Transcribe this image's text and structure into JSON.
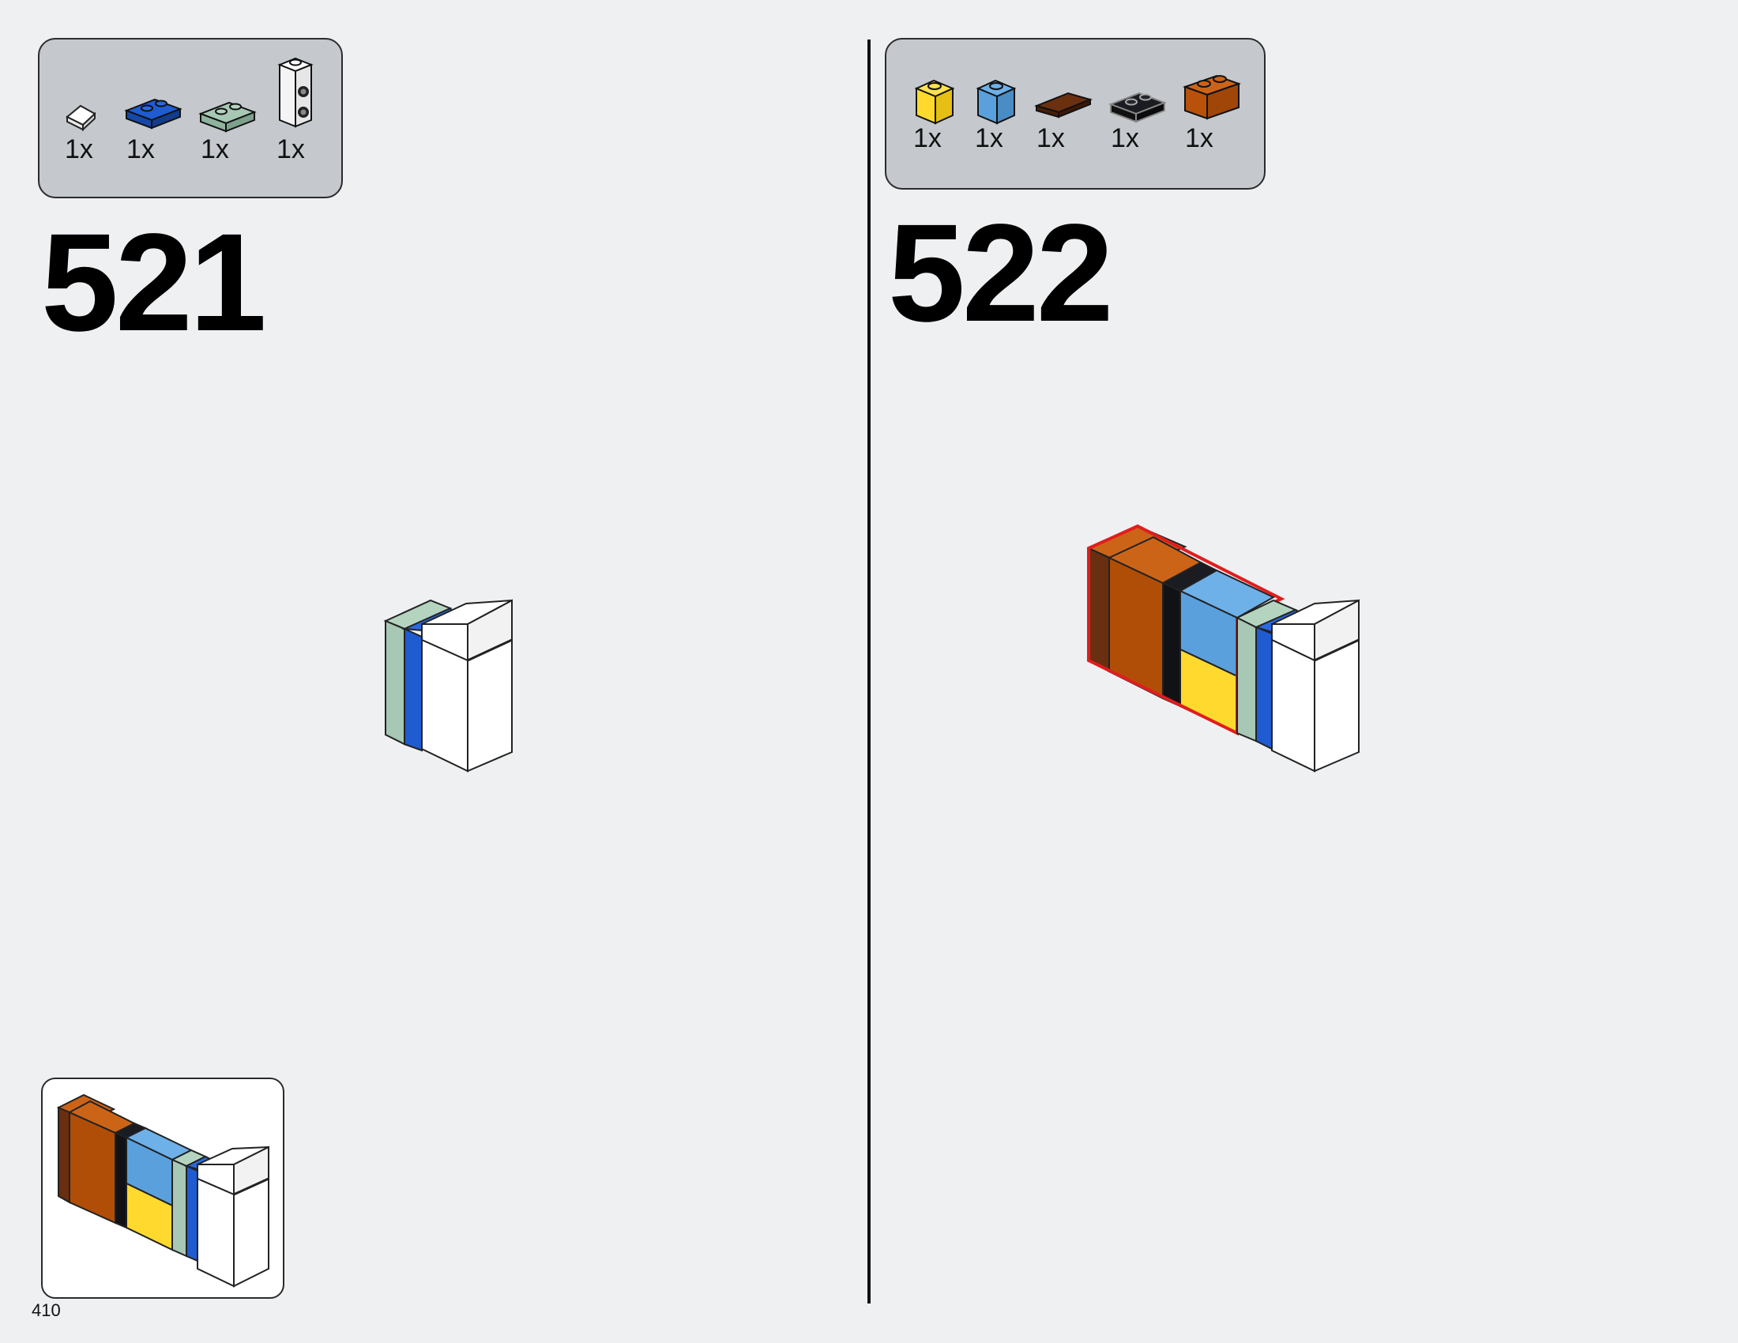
{
  "steps": [
    {
      "number": "521",
      "parts": [
        {
          "icon": "white-slope-tile-icon",
          "qty": "1x",
          "color": "#ffffff"
        },
        {
          "icon": "blue-plate-1x2-icon",
          "qty": "1x",
          "color": "#1f5bd1"
        },
        {
          "icon": "sand-green-plate-1x2-icon",
          "qty": "1x",
          "color": "#a6c8b4"
        },
        {
          "icon": "white-brick-1x1x2-studs-icon",
          "qty": "1x",
          "color": "#ffffff"
        }
      ]
    },
    {
      "number": "522",
      "parts": [
        {
          "icon": "yellow-brick-1x1-icon",
          "qty": "1x",
          "color": "#ffd92e"
        },
        {
          "icon": "medium-blue-brick-1x1-icon",
          "qty": "1x",
          "color": "#5aa0dc"
        },
        {
          "icon": "reddish-brown-tile-1x2-icon",
          "qty": "1x",
          "color": "#5e2a0e"
        },
        {
          "icon": "black-plate-1x2-icon",
          "qty": "1x",
          "color": "#1a1c22"
        },
        {
          "icon": "dark-orange-brick-1x2-icon",
          "qty": "1x",
          "color": "#b8520a"
        }
      ]
    }
  ],
  "highlight_color": "#e11d1d",
  "page_number": "410"
}
